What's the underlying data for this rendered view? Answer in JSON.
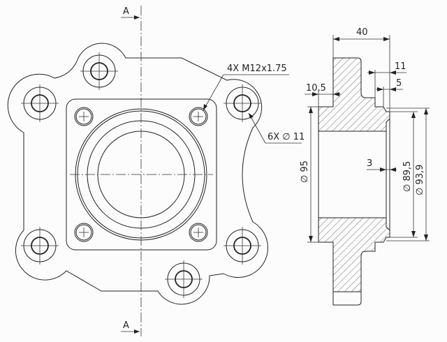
{
  "section": {
    "label_top": "A",
    "label_bottom": "A"
  },
  "annotations": {
    "tapped_holes": "4X M12x1.75",
    "through_holes": "6X ∅ 11"
  },
  "dimensions": {
    "overall_length": "40",
    "step_11": "11",
    "step_5": "5",
    "flange_offset": "10,5",
    "recess_depth": "3",
    "dia_95": "∅ 95",
    "dia_89_5": "∅ 89,5",
    "dia_93_9": "∅ 93,9"
  }
}
